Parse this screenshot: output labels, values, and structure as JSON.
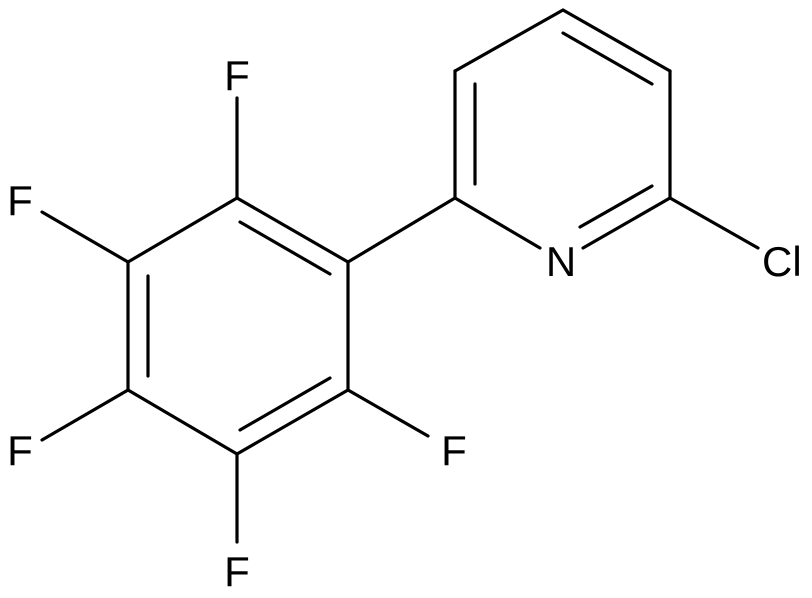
{
  "structure": {
    "atoms": {
      "f_top": "F",
      "f_left_upper": "F",
      "f_left_lower": "F",
      "f_bottom": "F",
      "f_right": "F",
      "n_ring": "N",
      "cl": "Cl"
    }
  }
}
